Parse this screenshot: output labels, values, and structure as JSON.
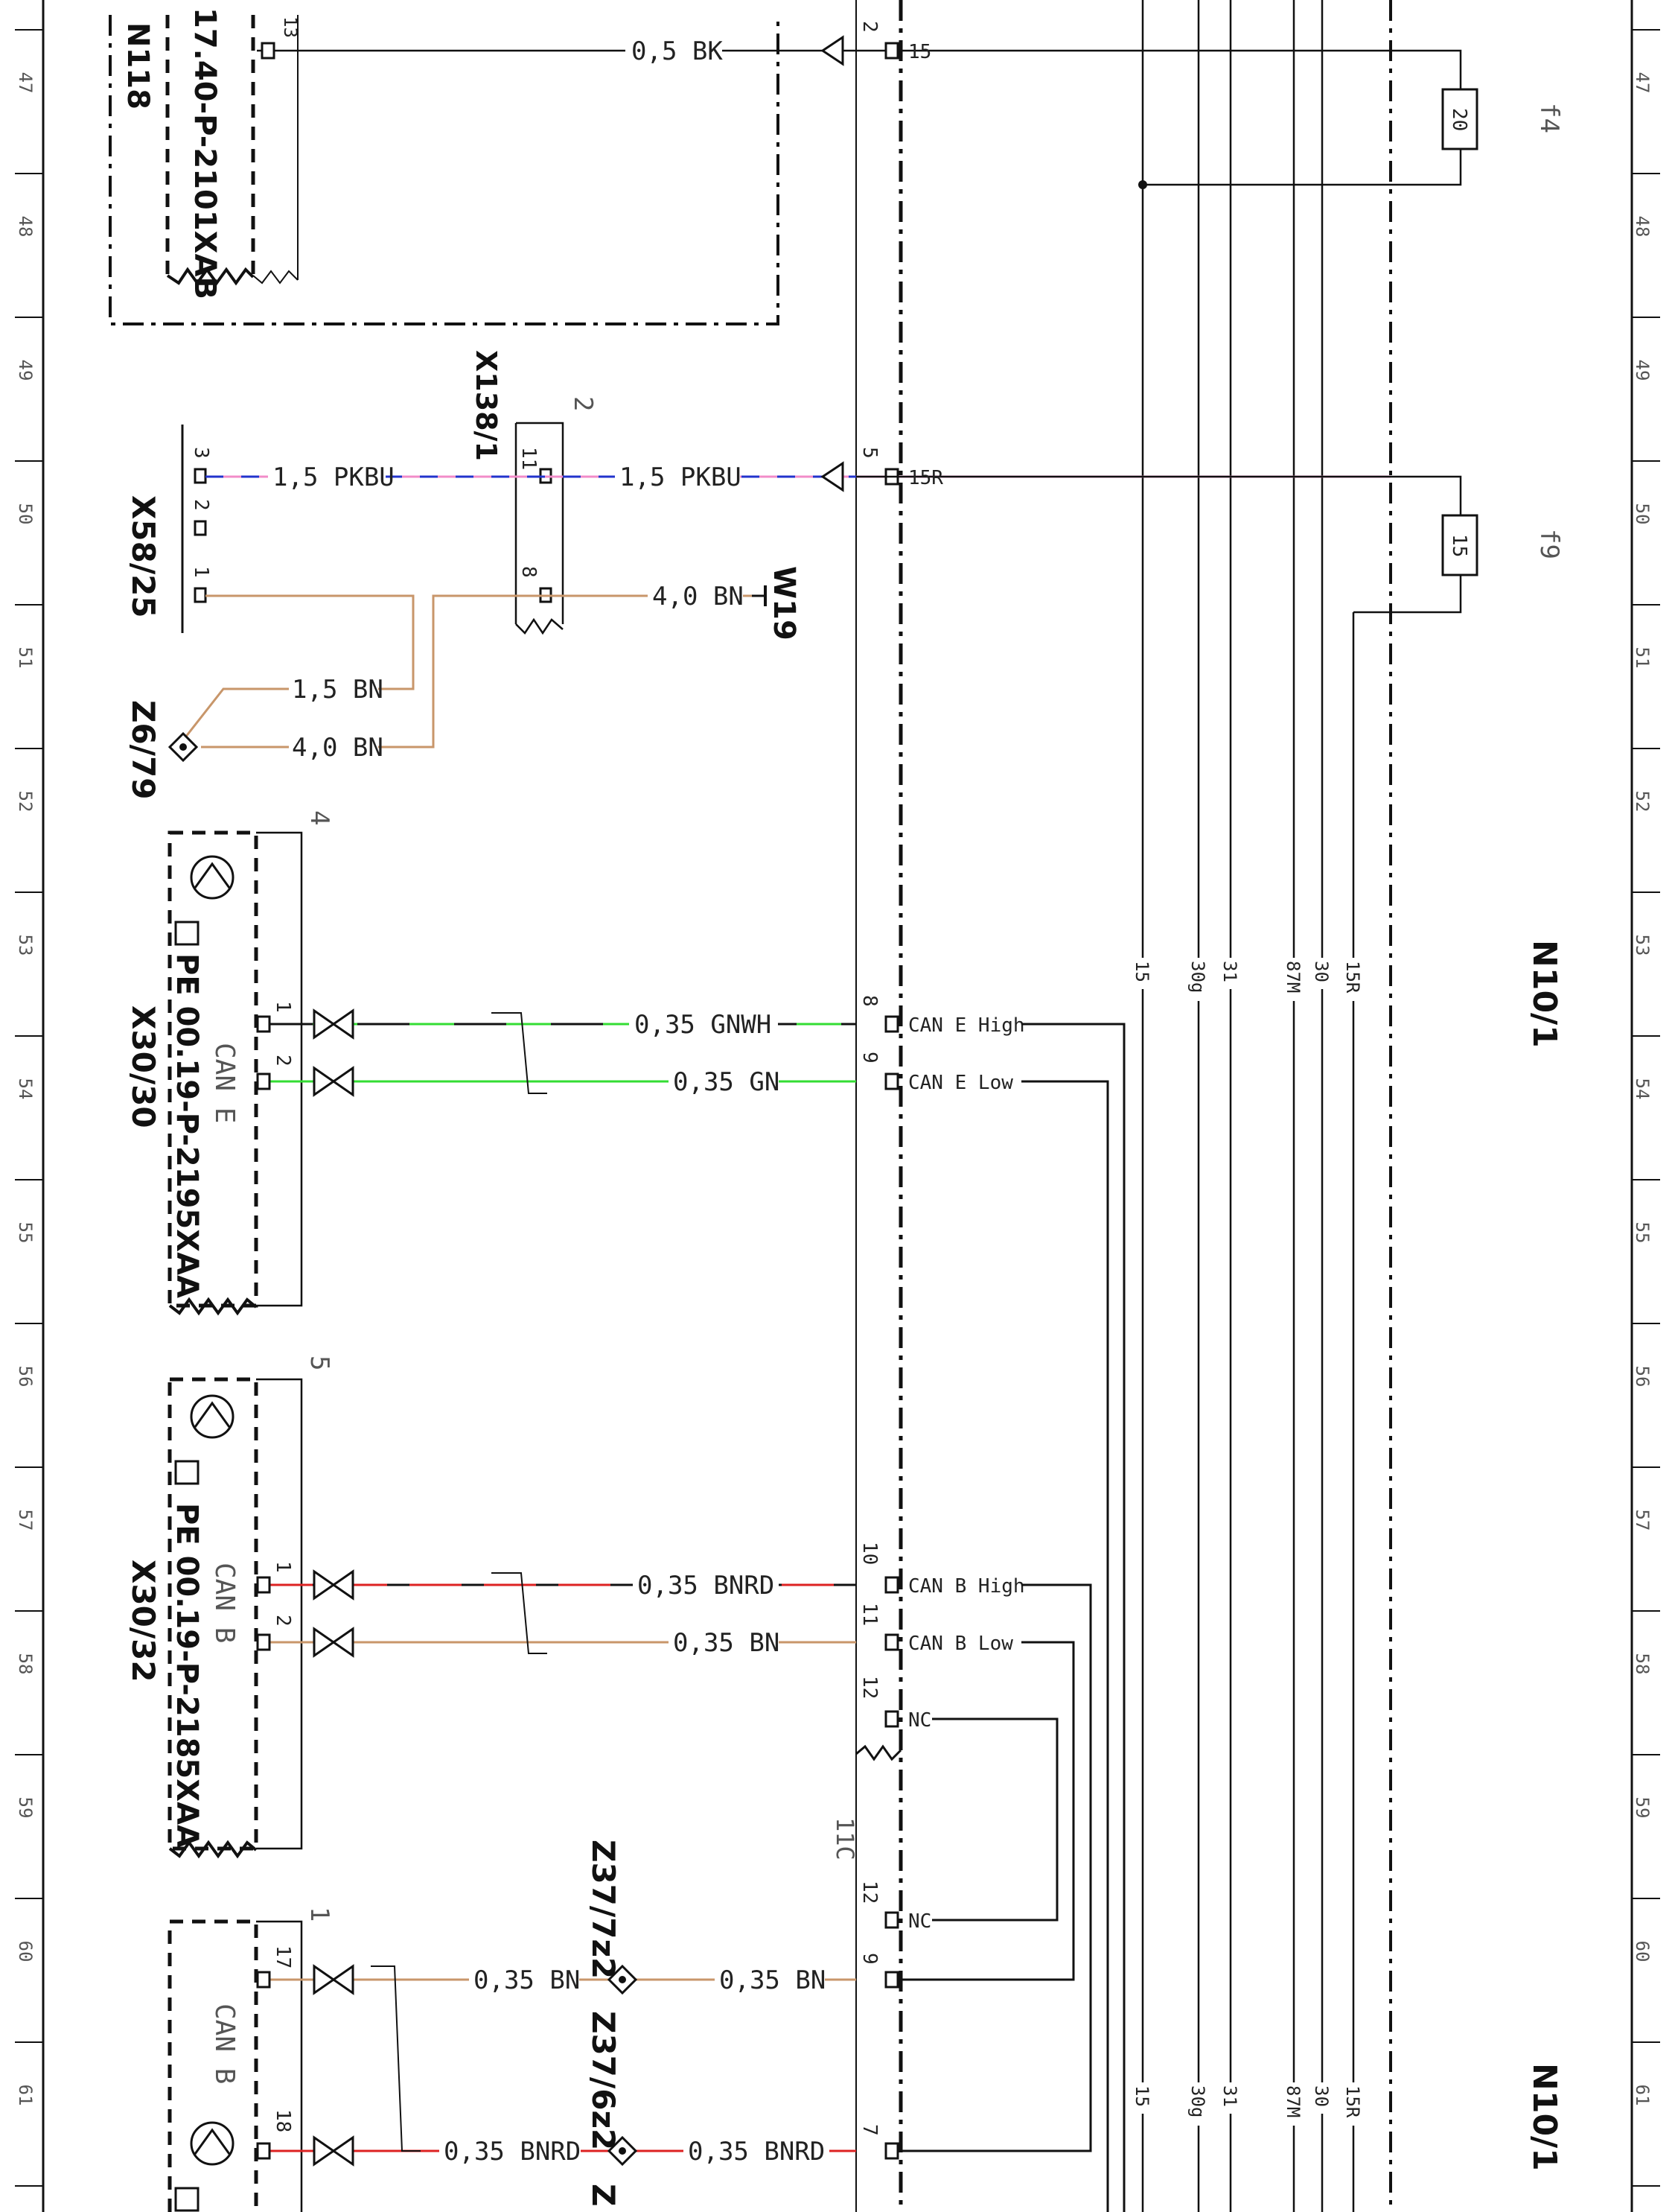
{
  "border": {
    "row_numbers": [
      "47",
      "48",
      "49",
      "50",
      "51",
      "52",
      "53",
      "54",
      "55",
      "56",
      "57",
      "58",
      "59",
      "60",
      "61"
    ]
  },
  "components": {
    "n118": {
      "id": "N118",
      "doc": "17.40-P-2101XAB",
      "pin": "13"
    },
    "x58_25": {
      "id": "X58/25",
      "pins": [
        "3",
        "2",
        "1"
      ]
    },
    "x138_1": {
      "id": "X138/1",
      "num": "2",
      "pins": [
        "11",
        "8"
      ]
    },
    "z6_79": {
      "id": "Z6/79"
    },
    "w19": {
      "id": "W19"
    },
    "x30_30": {
      "id": "X30/30",
      "bus": "CAN E",
      "doc": "PE 00.19-P-2195XAA",
      "num": "4",
      "pins": [
        "1",
        "2"
      ]
    },
    "x30_32": {
      "id": "X30/32",
      "bus": "CAN B",
      "doc": "PE 00.19-P-2185XAA",
      "num": "5",
      "pins": [
        "1",
        "2"
      ]
    },
    "lower_block": {
      "bus": "CAN B",
      "num": "1",
      "pins": [
        "17",
        "18"
      ]
    },
    "z37_7z2": {
      "id": "Z37/7z2"
    },
    "z37_6z2": {
      "id": "Z37/6z2"
    },
    "z37_cut": {
      "id": "Z"
    },
    "n10_1_upper": {
      "id": "N10/1"
    },
    "n10_1_lower": {
      "id": "N10/1"
    },
    "conn_11c": {
      "id": "11C"
    },
    "fuse_f4": {
      "id": "f4",
      "rating": "20"
    },
    "fuse_f9": {
      "id": "f9",
      "rating": "15"
    }
  },
  "wires": {
    "w_05bk": "0,5 BK",
    "w_15pkbu_a": "1,5 PKBU",
    "w_15pkbu_b": "1,5 PKBU",
    "w_40bn_a": "4,0 BN",
    "w_15bn": "1,5 BN",
    "w_40bn_b": "4,0 BN",
    "w_035gnwh": "0,35 GNWH",
    "w_035gn": "0,35 GN",
    "w_035bnrd_a": "0,35 BNRD",
    "w_035bn_a": "0,35 BN",
    "w_035bn_b": "0,35 BN",
    "w_035bn_c": "0,35 BN",
    "w_035bnrd_b": "0,35 BNRD",
    "w_035bnrd_c": "0,35 BNRD"
  },
  "sam_pins": {
    "p2": "2",
    "p5": "5",
    "p8": "8",
    "p9": "9",
    "p10": "10",
    "p11": "11",
    "p12": "12",
    "p12b": "12",
    "p9b": "9",
    "p7": "7"
  },
  "sam_signals": {
    "s15": "15",
    "s15r": "15R",
    "can_e_high": "CAN E High",
    "can_e_low": "CAN E Low",
    "can_b_high": "CAN B High",
    "can_b_low": "CAN B Low",
    "nc_a": "NC",
    "nc_b": "NC"
  },
  "bus_labels": [
    "15",
    "30g",
    "31",
    "87M",
    "30",
    "15R"
  ],
  "colors": {
    "black": "#111111",
    "brown": "#c8966a",
    "green": "#33dd33",
    "red": "#dd2222",
    "pink": "#f28cc8",
    "blue": "#2233cc"
  }
}
